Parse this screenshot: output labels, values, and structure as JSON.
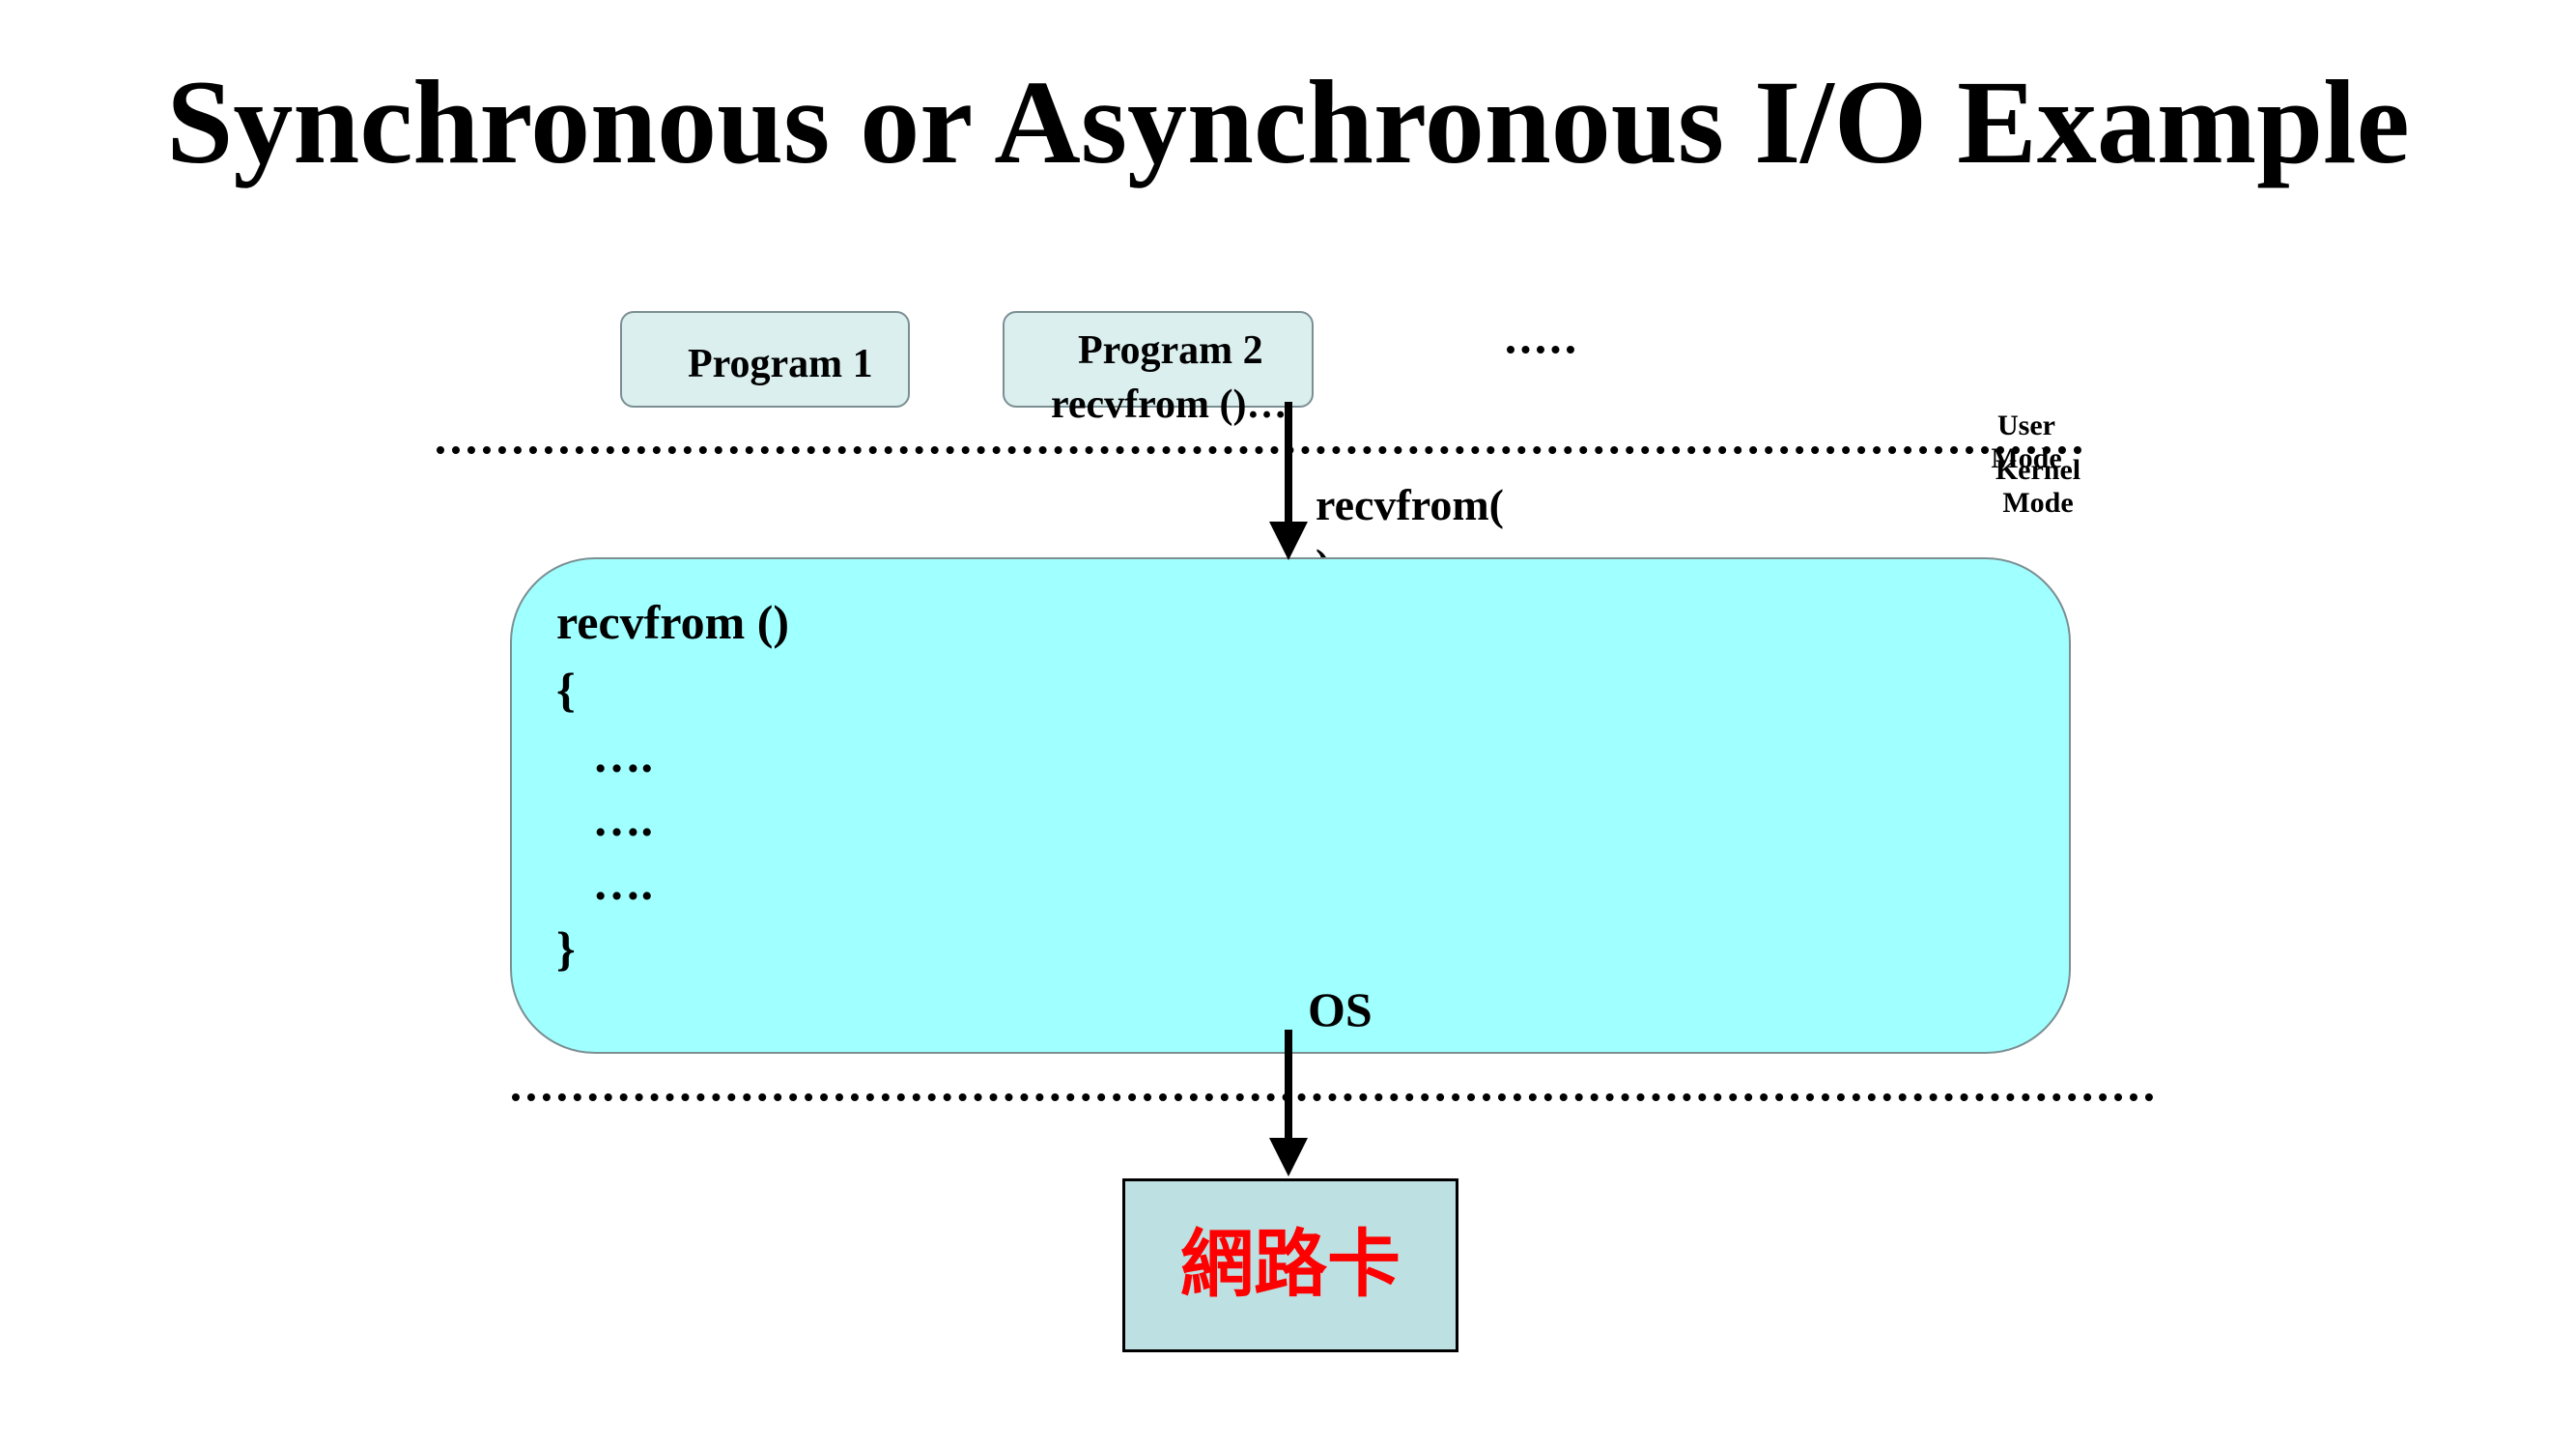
{
  "title": "Synchronous or Asynchronous I/O Example",
  "programs": {
    "program1_label": "Program 1",
    "program2_label": "Program 2",
    "program2_call": "recvfrom ()…"
  },
  "modes": {
    "user": "User\nMode",
    "kernel": "Kernel\nMode"
  },
  "syscall_label": "recvfrom(\n)",
  "os": {
    "label": "OS",
    "code_lines": [
      "recvfrom ()",
      "{",
      "   ….",
      "   ….",
      "   ….",
      "}"
    ]
  },
  "nic_label": "網路卡",
  "colors": {
    "os_box_fill": "#a0ffff",
    "program_box_fill": "#dcefef",
    "nic_box_fill": "#bde0e3",
    "nic_text": "#ff0000"
  }
}
